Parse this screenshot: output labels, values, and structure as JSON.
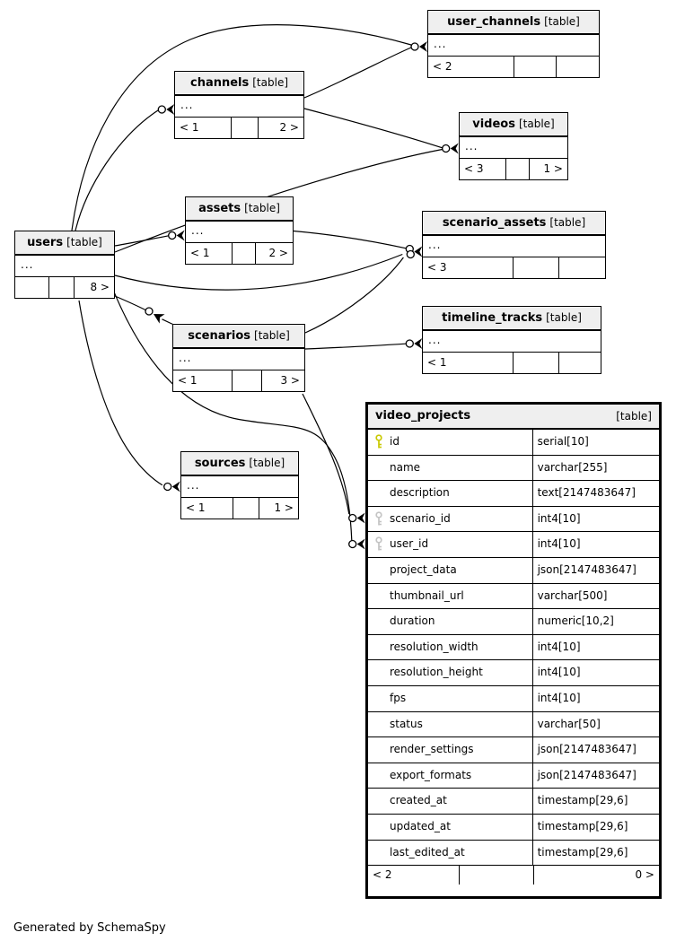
{
  "caption": "Generated by SchemaSpy",
  "colors": {
    "header_bg": "#efefef",
    "edge": "#000000",
    "pk_key": "#c9c900",
    "fk_key": "#c4c4c4"
  },
  "tables": [
    {
      "name": "users",
      "tag": "[table]",
      "ellipsis": "...",
      "footer": [
        "",
        "",
        "8 >"
      ]
    },
    {
      "name": "channels",
      "tag": "[table]",
      "ellipsis": "...",
      "footer": [
        "< 1",
        "",
        "2 >"
      ]
    },
    {
      "name": "user_channels",
      "tag": "[table]",
      "ellipsis": "...",
      "footer": [
        "< 2",
        "",
        ""
      ]
    },
    {
      "name": "videos",
      "tag": "[table]",
      "ellipsis": "...",
      "footer": [
        "< 3",
        "",
        "1 >"
      ]
    },
    {
      "name": "assets",
      "tag": "[table]",
      "ellipsis": "...",
      "footer": [
        "< 1",
        "",
        "2 >"
      ]
    },
    {
      "name": "scenario_assets",
      "tag": "[table]",
      "ellipsis": "...",
      "footer": [
        "< 3",
        "",
        ""
      ]
    },
    {
      "name": "timeline_tracks",
      "tag": "[table]",
      "ellipsis": "...",
      "footer": [
        "< 1",
        "",
        ""
      ]
    },
    {
      "name": "scenarios",
      "tag": "[table]",
      "ellipsis": "...",
      "footer": [
        "< 1",
        "",
        "3 >"
      ]
    },
    {
      "name": "sources",
      "tag": "[table]",
      "ellipsis": "...",
      "footer": [
        "< 1",
        "",
        "1 >"
      ]
    }
  ],
  "main_table": {
    "name": "video_projects",
    "tag": "[table]",
    "columns": [
      {
        "name": "id",
        "type": "serial[10]",
        "key": "pk"
      },
      {
        "name": "name",
        "type": "varchar[255]",
        "key": ""
      },
      {
        "name": "description",
        "type": "text[2147483647]",
        "key": ""
      },
      {
        "name": "scenario_id",
        "type": "int4[10]",
        "key": "fk"
      },
      {
        "name": "user_id",
        "type": "int4[10]",
        "key": "fk"
      },
      {
        "name": "project_data",
        "type": "json[2147483647]",
        "key": ""
      },
      {
        "name": "thumbnail_url",
        "type": "varchar[500]",
        "key": ""
      },
      {
        "name": "duration",
        "type": "numeric[10,2]",
        "key": ""
      },
      {
        "name": "resolution_width",
        "type": "int4[10]",
        "key": ""
      },
      {
        "name": "resolution_height",
        "type": "int4[10]",
        "key": ""
      },
      {
        "name": "fps",
        "type": "int4[10]",
        "key": ""
      },
      {
        "name": "status",
        "type": "varchar[50]",
        "key": ""
      },
      {
        "name": "render_settings",
        "type": "json[2147483647]",
        "key": ""
      },
      {
        "name": "export_formats",
        "type": "json[2147483647]",
        "key": ""
      },
      {
        "name": "created_at",
        "type": "timestamp[29,6]",
        "key": ""
      },
      {
        "name": "updated_at",
        "type": "timestamp[29,6]",
        "key": ""
      },
      {
        "name": "last_edited_at",
        "type": "timestamp[29,6]",
        "key": ""
      }
    ],
    "footer": [
      "< 2",
      "",
      "0 >"
    ]
  }
}
